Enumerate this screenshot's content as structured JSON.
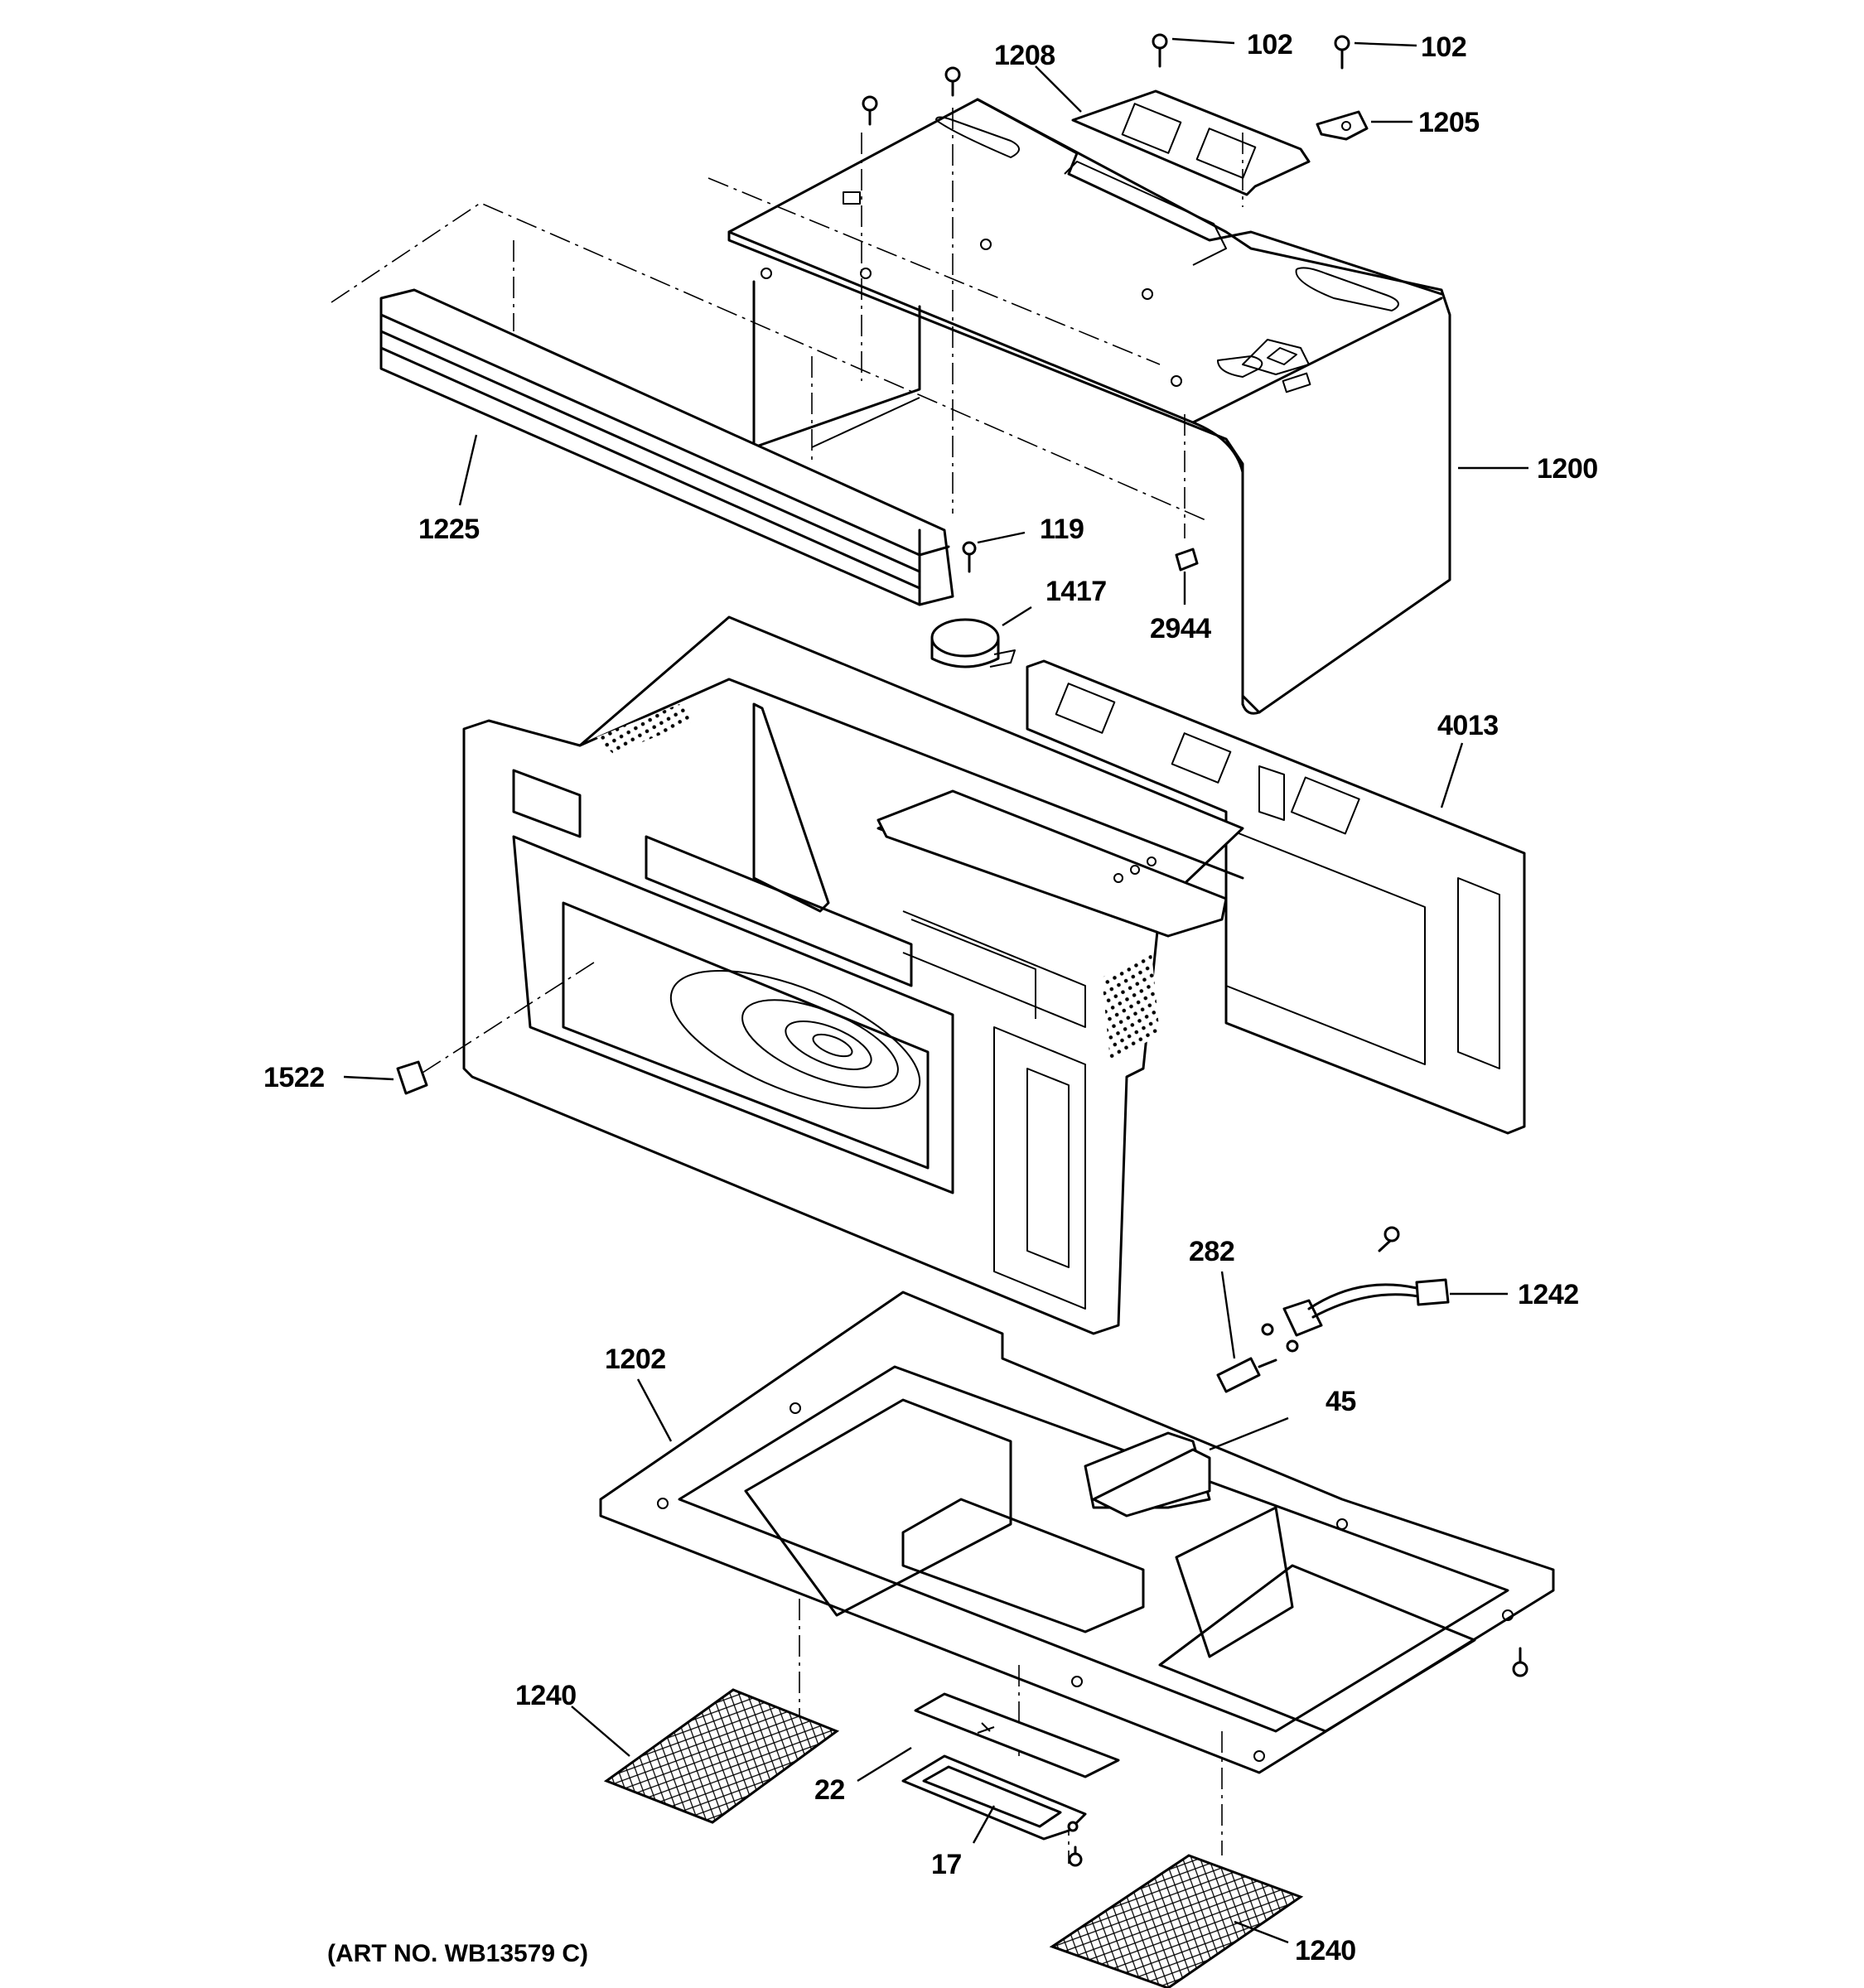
{
  "diagram": {
    "art_number": "(ART NO. WB13579 C)",
    "callouts": [
      {
        "id": "1208",
        "label": "1208"
      },
      {
        "id": "102a",
        "label": "102"
      },
      {
        "id": "102b",
        "label": "102"
      },
      {
        "id": "1205",
        "label": "1205"
      },
      {
        "id": "1200",
        "label": "1200"
      },
      {
        "id": "1225",
        "label": "1225"
      },
      {
        "id": "119",
        "label": "119"
      },
      {
        "id": "1417",
        "label": "1417"
      },
      {
        "id": "2944",
        "label": "2944"
      },
      {
        "id": "4013",
        "label": "4013"
      },
      {
        "id": "1522",
        "label": "1522"
      },
      {
        "id": "282",
        "label": "282"
      },
      {
        "id": "1242",
        "label": "1242"
      },
      {
        "id": "1202",
        "label": "1202"
      },
      {
        "id": "45",
        "label": "45"
      },
      {
        "id": "1240a",
        "label": "1240"
      },
      {
        "id": "22",
        "label": "22"
      },
      {
        "id": "17",
        "label": "17"
      },
      {
        "id": "1240b",
        "label": "1240"
      }
    ]
  }
}
